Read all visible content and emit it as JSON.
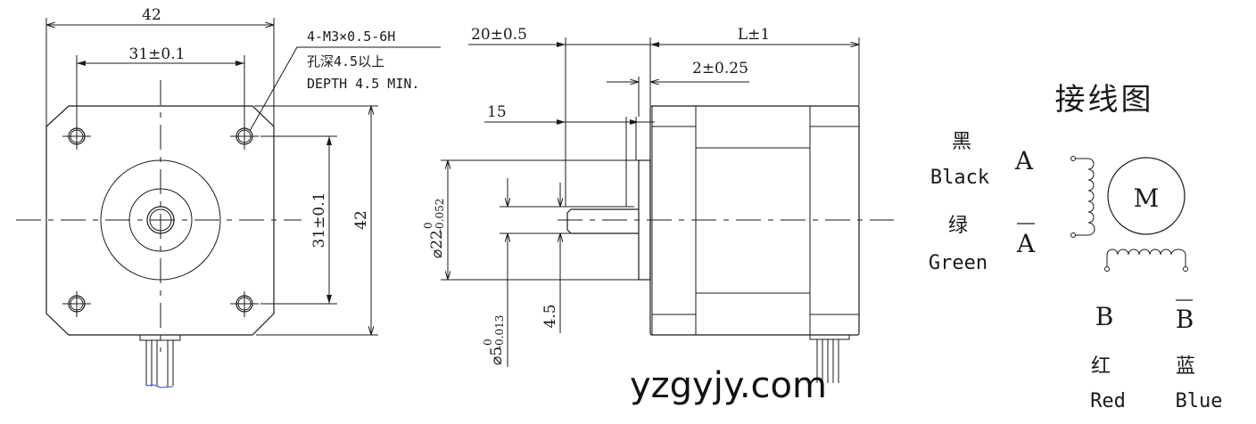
{
  "front_view": {
    "width_label": "42",
    "hole_spacing_h_label": "31±0.1",
    "hole_spacing_v_label": "31±0.1",
    "height_label": "42",
    "hole_note": {
      "line1": "4-M3×0.5-6H",
      "line2": "孔深4.5以上",
      "line3": "DEPTH 4.5 MIN."
    }
  },
  "side_view": {
    "shaft_length_label": "20±0.5",
    "body_length_label": "L±1",
    "boss_height_label": "2±0.25",
    "flat_length_label": "15",
    "boss_diameter_label": "⌀22",
    "boss_diameter_tol_upper": "0",
    "boss_diameter_tol_lower": "-0.052",
    "shaft_diameter_label": "⌀5",
    "shaft_diameter_tol_upper": "0",
    "shaft_diameter_tol_lower": "-0.013",
    "flat_depth_label": "4.5"
  },
  "wiring_diagram": {
    "title": "接线图",
    "motor_label": "M",
    "phases": [
      {
        "id": "A",
        "label": "A",
        "overline": false,
        "color_cn": "黑",
        "color_en": "Black"
      },
      {
        "id": "A_bar",
        "label": "A",
        "overline": true,
        "color_cn": "绿",
        "color_en": "Green"
      },
      {
        "id": "B",
        "label": "B",
        "overline": false,
        "color_cn": "红",
        "color_en": "Red"
      },
      {
        "id": "B_bar",
        "label": "B",
        "overline": true,
        "color_cn": "蓝",
        "color_en": "Blue"
      }
    ]
  },
  "watermark": "yzgyjy.com"
}
